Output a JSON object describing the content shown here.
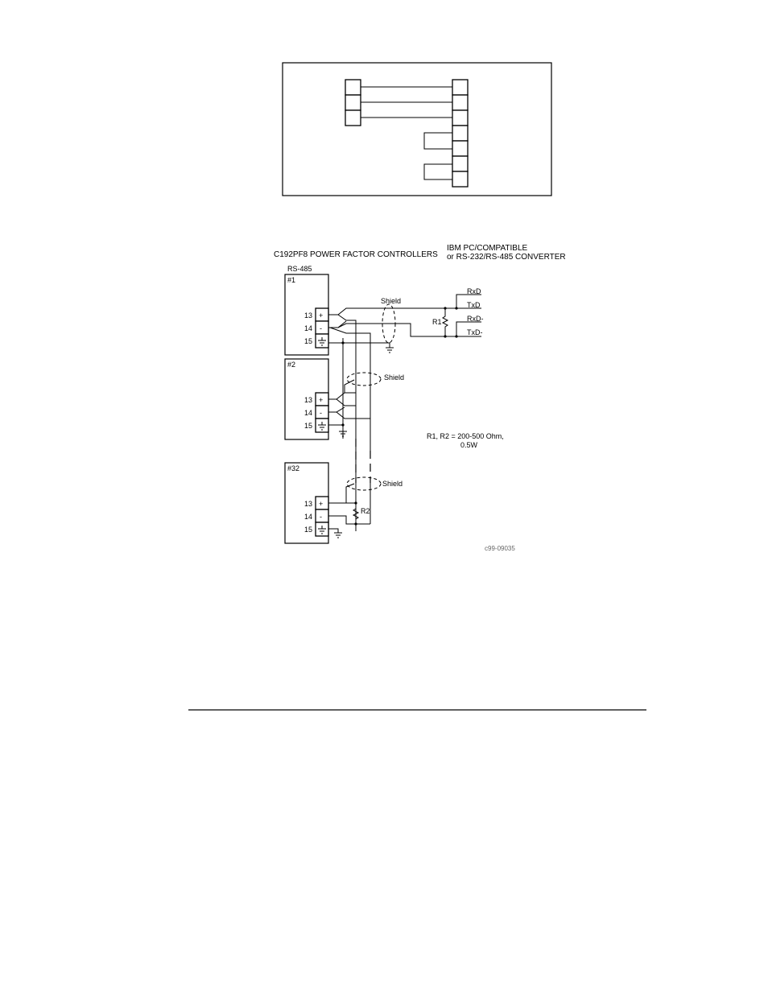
{
  "diagram": {
    "controllers_title": "C192PF8 POWER FACTOR CONTROLLERS",
    "pc_title_line1": "IBM PC/COMPATIBLE",
    "pc_title_line2": "or RS-232/RS-485 CONVERTER",
    "bus_label": "RS-485",
    "units": [
      {
        "label": "#1",
        "terminals": [
          "13",
          "14",
          "15"
        ]
      },
      {
        "label": "#2",
        "terminals": [
          "13",
          "14",
          "15"
        ]
      },
      {
        "label": "#32",
        "terminals": [
          "13",
          "14",
          "15"
        ]
      }
    ],
    "symbols": {
      "plus": "+",
      "minus": "-"
    },
    "signals": [
      "RxD",
      "TxD",
      "RxD-",
      "TxD-"
    ],
    "shield_label": "Shield",
    "r1_label": "R1",
    "r2_label": "R2",
    "resistor_note_line1": "R1, R2 = 200-500 Ohm,",
    "resistor_note_line2": "0.5W",
    "figure_code": "c99-09035"
  }
}
